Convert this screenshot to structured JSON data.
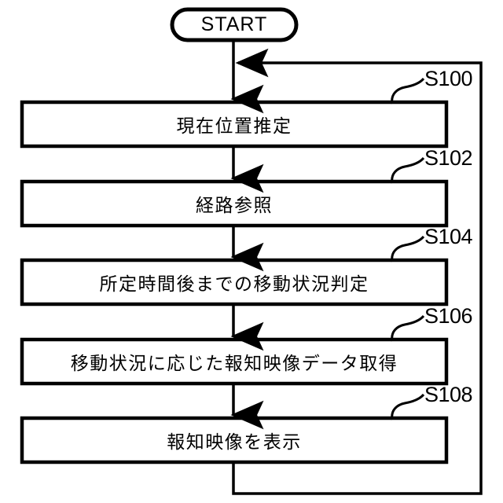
{
  "diagram": {
    "type": "flowchart",
    "orientation": "vertical",
    "background_color": "#ffffff",
    "line_color": "#000000",
    "terminal": {
      "label": "START",
      "shape": "stadium"
    },
    "steps": [
      {
        "id": "S100",
        "label": "現在位置推定",
        "step_number": "S100",
        "shape": "rectangle"
      },
      {
        "id": "S102",
        "label": "経路参照",
        "step_number": "S102",
        "shape": "rectangle"
      },
      {
        "id": "S104",
        "label": "所定時間後までの移動状況判定",
        "step_number": "S104",
        "shape": "rectangle"
      },
      {
        "id": "S106",
        "label": "移動状況に応じた報知映像データ取得",
        "step_number": "S106",
        "shape": "rectangle"
      },
      {
        "id": "S108",
        "label": "報知映像を表示",
        "step_number": "S108",
        "shape": "rectangle"
      }
    ],
    "connectors": [
      {
        "from": "START",
        "to": "S100",
        "kind": "arrow-down"
      },
      {
        "from": "S100",
        "to": "S102",
        "kind": "arrow-down"
      },
      {
        "from": "S102",
        "to": "S104",
        "kind": "arrow-down"
      },
      {
        "from": "S104",
        "to": "S106",
        "kind": "arrow-down"
      },
      {
        "from": "S106",
        "to": "S108",
        "kind": "arrow-down"
      },
      {
        "from": "S108",
        "to": "S100",
        "kind": "loop-back-arrow-left"
      }
    ]
  }
}
